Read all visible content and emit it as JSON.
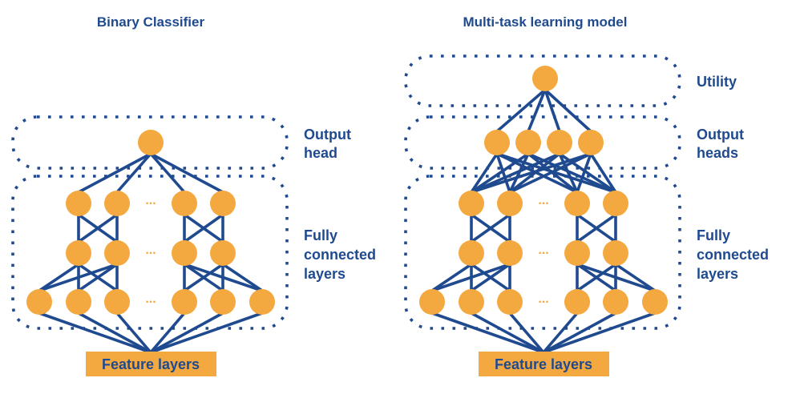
{
  "colors": {
    "primary": "#1f4a8f",
    "node": "#f4a940"
  },
  "diagrams": [
    {
      "id": "binary",
      "title": "Binary Classifier",
      "feature_label": "Feature layers",
      "ellipsis": "...",
      "groups": [
        {
          "id": "output",
          "label_lines": [
            "Output",
            "head"
          ]
        },
        {
          "id": "fc",
          "label_lines": [
            "Fully",
            "connected",
            "layers"
          ]
        }
      ],
      "has_utility": false,
      "output_nodes": 1
    },
    {
      "id": "multitask",
      "title": "Multi-task learning model",
      "feature_label": "Feature layers",
      "ellipsis": "...",
      "groups": [
        {
          "id": "utility",
          "label_lines": [
            "Utility"
          ]
        },
        {
          "id": "output",
          "label_lines": [
            "Output",
            "heads"
          ]
        },
        {
          "id": "fc",
          "label_lines": [
            "Fully",
            "connected",
            "layers"
          ]
        }
      ],
      "has_utility": true,
      "output_nodes": 4
    }
  ]
}
